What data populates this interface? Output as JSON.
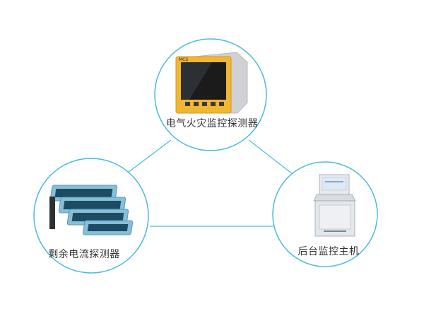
{
  "nodes": {
    "detector": {
      "label": "电气火灾监控探测器",
      "device_brand_text": "MCS"
    },
    "residual": {
      "label": "剩余电流探测器"
    },
    "host": {
      "label": "后台监控主机"
    }
  },
  "colors": {
    "circle_stroke": "#4ab8e6",
    "line": "#4ab8e6",
    "label_text": "#333333",
    "panel_frame": "#f2b632",
    "panel_screen": "#1b1b1b",
    "sensor_blue": "#86bfd6"
  }
}
